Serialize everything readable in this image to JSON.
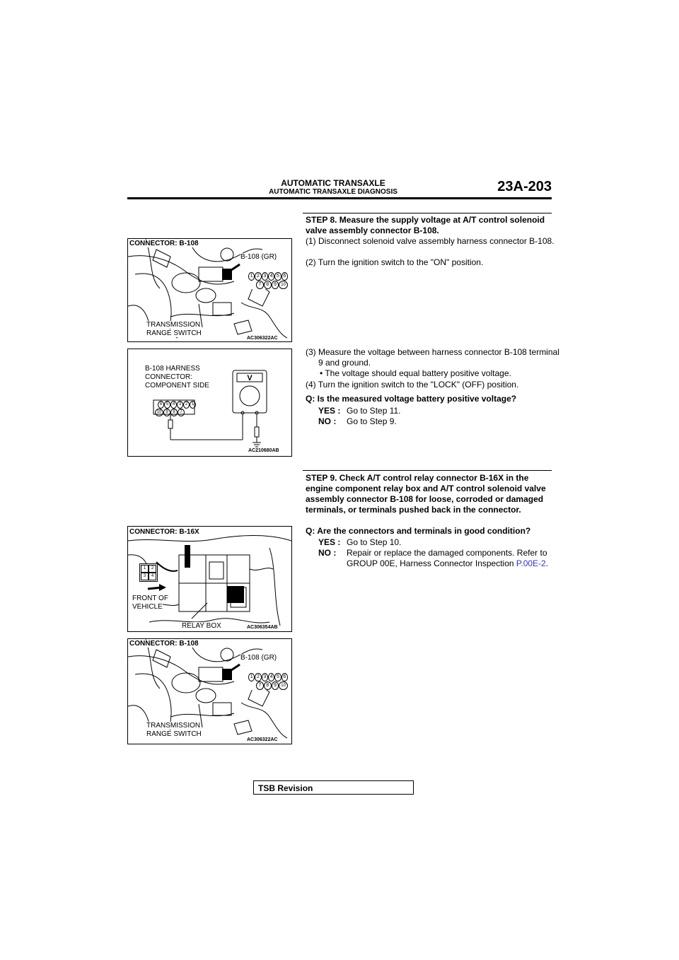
{
  "header": {
    "title": "AUTOMATIC TRANSAXLE",
    "subtitle": "AUTOMATIC TRANSAXLE DIAGNOSIS",
    "page": "23A-203"
  },
  "figures": {
    "fig1": {
      "title": "CONNECTOR: B-108",
      "callout": "B-108 (GR)",
      "label_line1": "TRANSMISSION",
      "label_line2": "RANGE SWITCH",
      "id": "AC306322AC",
      "pins_top": [
        "1",
        "2",
        "3",
        "4",
        "5",
        "6"
      ],
      "pins_bottom": [
        "7",
        "8",
        "9",
        "10"
      ]
    },
    "fig2": {
      "label_line1": "B-108 HARNESS",
      "label_line2": "CONNECTOR:",
      "label_line3": "COMPONENT SIDE",
      "meter": "V",
      "id": "AC210680AB",
      "pins_top": [
        "6",
        "5",
        "4",
        "3",
        "2",
        "1"
      ],
      "pins_bottom": [
        "10",
        "9",
        "8",
        "7"
      ]
    },
    "fig3": {
      "title": "CONNECTOR: B-16X",
      "front_line1": "FRONT OF",
      "front_line2": "VEHICLE",
      "relay": "RELAY BOX",
      "id": "AC306354AB",
      "pins": [
        "1",
        "2",
        "3",
        "4"
      ]
    },
    "fig4": {
      "title": "CONNECTOR: B-108",
      "callout": "B-108 (GR)",
      "label_line1": "TRANSMISSION",
      "label_line2": "RANGE SWITCH",
      "id": "AC306322AC",
      "pins_top": [
        "1",
        "2",
        "3",
        "4",
        "5",
        "6"
      ],
      "pins_bottom": [
        "7",
        "8",
        "9",
        "10"
      ]
    }
  },
  "step8": {
    "heading": "STEP 8. Measure the supply voltage at A/T control solenoid valve assembly connector B-108.",
    "items": [
      "(1)  Disconnect solenoid valve assembly harness connector B-108.",
      "(2) Turn the ignition switch to the \"ON\" position."
    ],
    "item3": "(3) Measure the voltage between harness connector B-108 terminal 9 and ground.",
    "bullet": "The voltage should equal battery positive voltage.",
    "item4": "(4) Turn the ignition switch to the \"LOCK\" (OFF) position.",
    "question": "Q: Is the measured voltage battery positive voltage?",
    "yes_label": "YES :",
    "yes_text": "Go to Step 11.",
    "no_label": "NO :",
    "no_text": "Go to Step 9."
  },
  "step9": {
    "heading": "STEP 9. Check A/T control relay connector B-16X in the engine component relay box and A/T control solenoid valve assembly connector B-108 for loose, corroded or damaged terminals, or terminals pushed back in the connector.",
    "question": "Q: Are the connectors and terminals in good condition?",
    "yes_label": "YES :",
    "yes_text": "Go to Step 10.",
    "no_label": "NO :",
    "no_text": "Repair or replace the damaged components. Refer to GROUP 00E, Harness Connector Inspection ",
    "no_link": "P.00E-2",
    "no_end": "."
  },
  "footer": {
    "tsb": "TSB Revision"
  }
}
